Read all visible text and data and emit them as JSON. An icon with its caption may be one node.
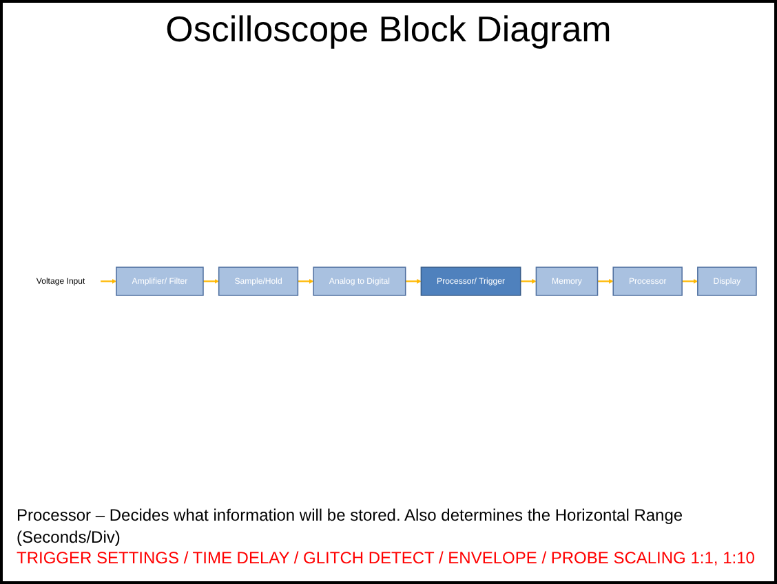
{
  "diagram": {
    "title": "Oscilloscope Block Diagram",
    "nodes": [
      {
        "text": [
          "Voltage Input"
        ]
      },
      {
        "text": [
          "Amplifier/ Filter"
        ]
      },
      {
        "text": [
          "Sample/Hold"
        ]
      },
      {
        "text": [
          "Analog to Digital"
        ]
      },
      {
        "text": [
          "Processor/ Trigger"
        ]
      },
      {
        "text": [
          "Memory"
        ]
      },
      {
        "text": [
          "Processor"
        ]
      },
      {
        "text": [
          "Display"
        ]
      }
    ],
    "edges": [
      {
        "from": 0,
        "to": 1,
        "arrow": "to"
      },
      {
        "from": 1,
        "to": 2,
        "arrow": "to"
      },
      {
        "from": 2,
        "to": 3,
        "arrow": "to"
      },
      {
        "from": 3,
        "to": 4,
        "arrow": "to"
      },
      {
        "from": 4,
        "to": 5,
        "arrow": "to"
      },
      {
        "from": 5,
        "to": 6,
        "arrow": "to"
      },
      {
        "from": 6,
        "to": 7,
        "arrow": "to"
      }
    ],
    "labels": [
      "Processor – Decides what information will be stored. Also determines the Horizontal Range (Seconds/Div)",
      "TRIGGER SETTINGS / TIME DELAY / GLITCH DETECT / ENVELOPE / PROBE SCALING 1:1, 1:10"
    ]
  }
}
